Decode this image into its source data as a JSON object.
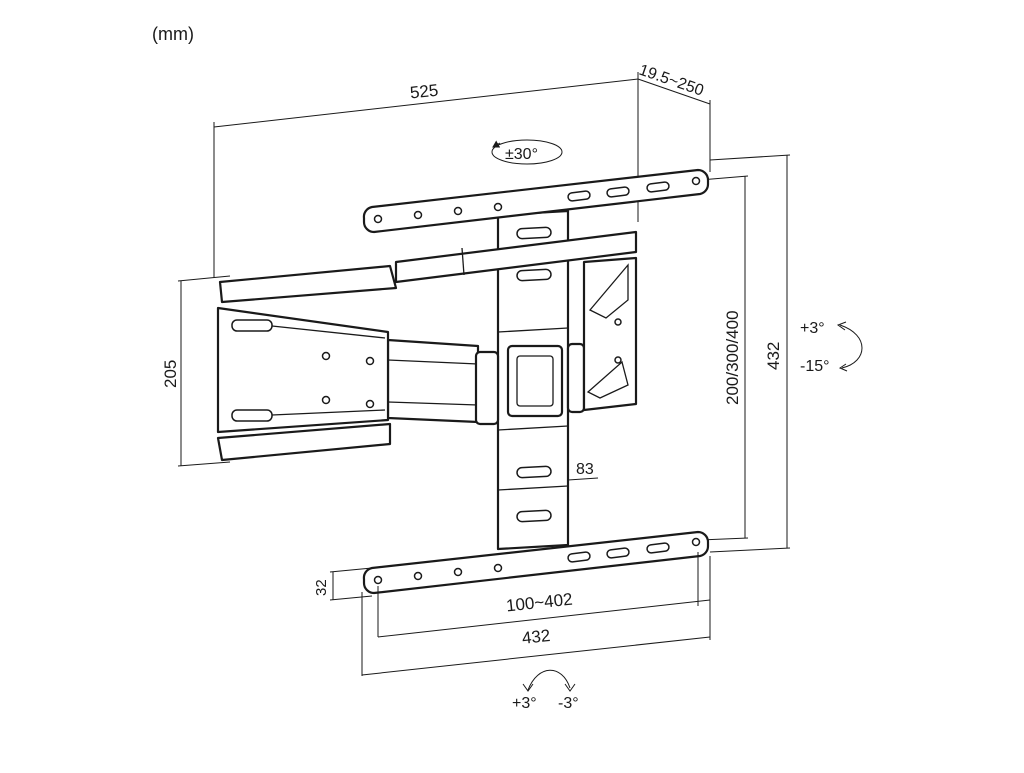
{
  "units": "(mm)",
  "dimensions": {
    "width_total": "525",
    "depth_range": "19.5~250",
    "swivel": "±30°",
    "vertical_spacing": "200/300/400",
    "height_total": "432",
    "tilt_up": "+3°",
    "tilt_down": "-15°",
    "wall_plate_height": "205",
    "slot_offset": "83",
    "rail_height": "32",
    "horizontal_spacing": "100~402",
    "rail_length": "432",
    "level_plus": "+3°",
    "level_minus": "-3°"
  }
}
